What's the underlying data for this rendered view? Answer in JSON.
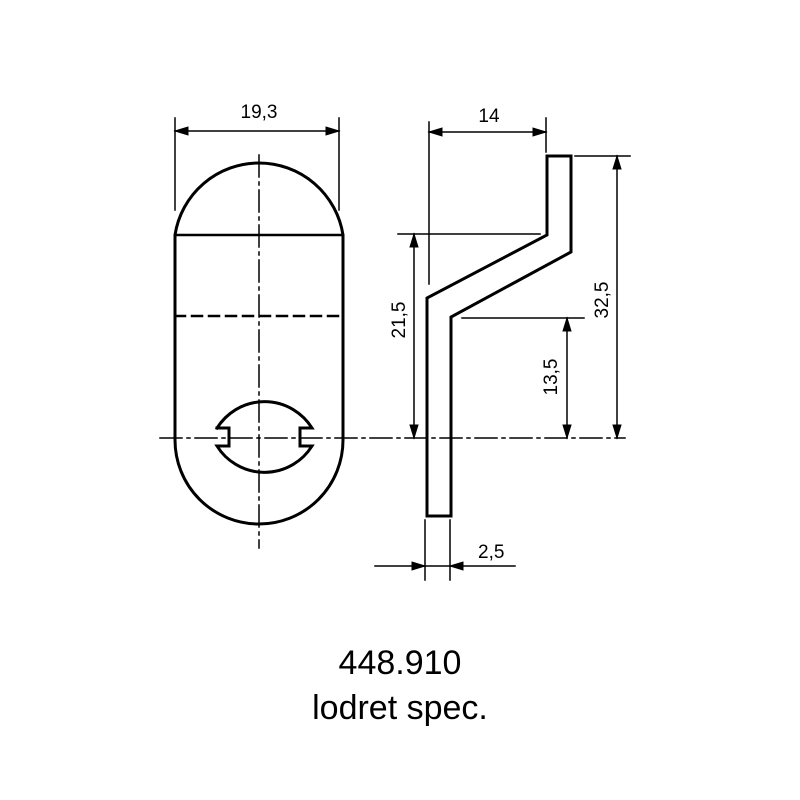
{
  "drawing": {
    "front_view": {
      "width_label": "19,3"
    },
    "side_view": {
      "offset_label": "14",
      "overall_height_label": "32,5",
      "upper_bend_height_label": "21,5",
      "lower_bend_height_label": "13,5",
      "thickness_label": "2,5"
    },
    "colors": {
      "line": "#000000",
      "background": "#ffffff"
    }
  },
  "caption": {
    "part_number": "448.910",
    "description": "lodret spec."
  }
}
